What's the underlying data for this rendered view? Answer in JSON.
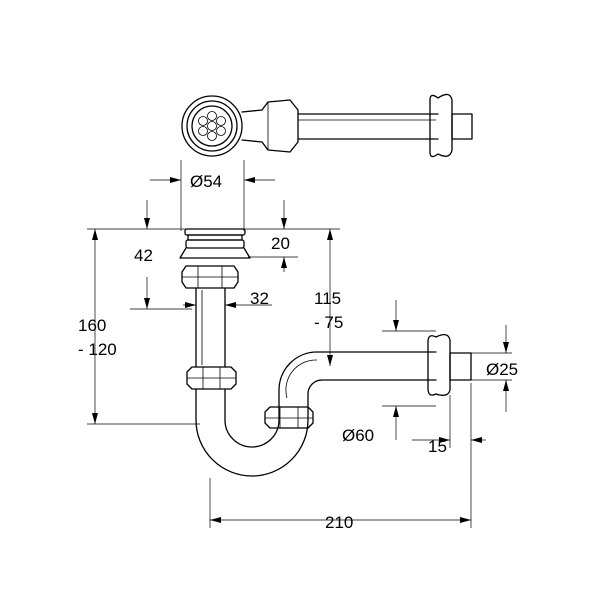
{
  "diagram": {
    "dimensions": {
      "flange_diameter": "Ø54",
      "top_nut_height": "20",
      "flange_to_nut": "42",
      "pipe_diameter": "32",
      "trap_drop": "115\n- 75",
      "total_height": "160\n- 120",
      "wall_outlet_diameter": "Ø25",
      "elbow_diameter": "Ø60",
      "escutcheon_depth": "15",
      "overall_width": "210"
    }
  }
}
